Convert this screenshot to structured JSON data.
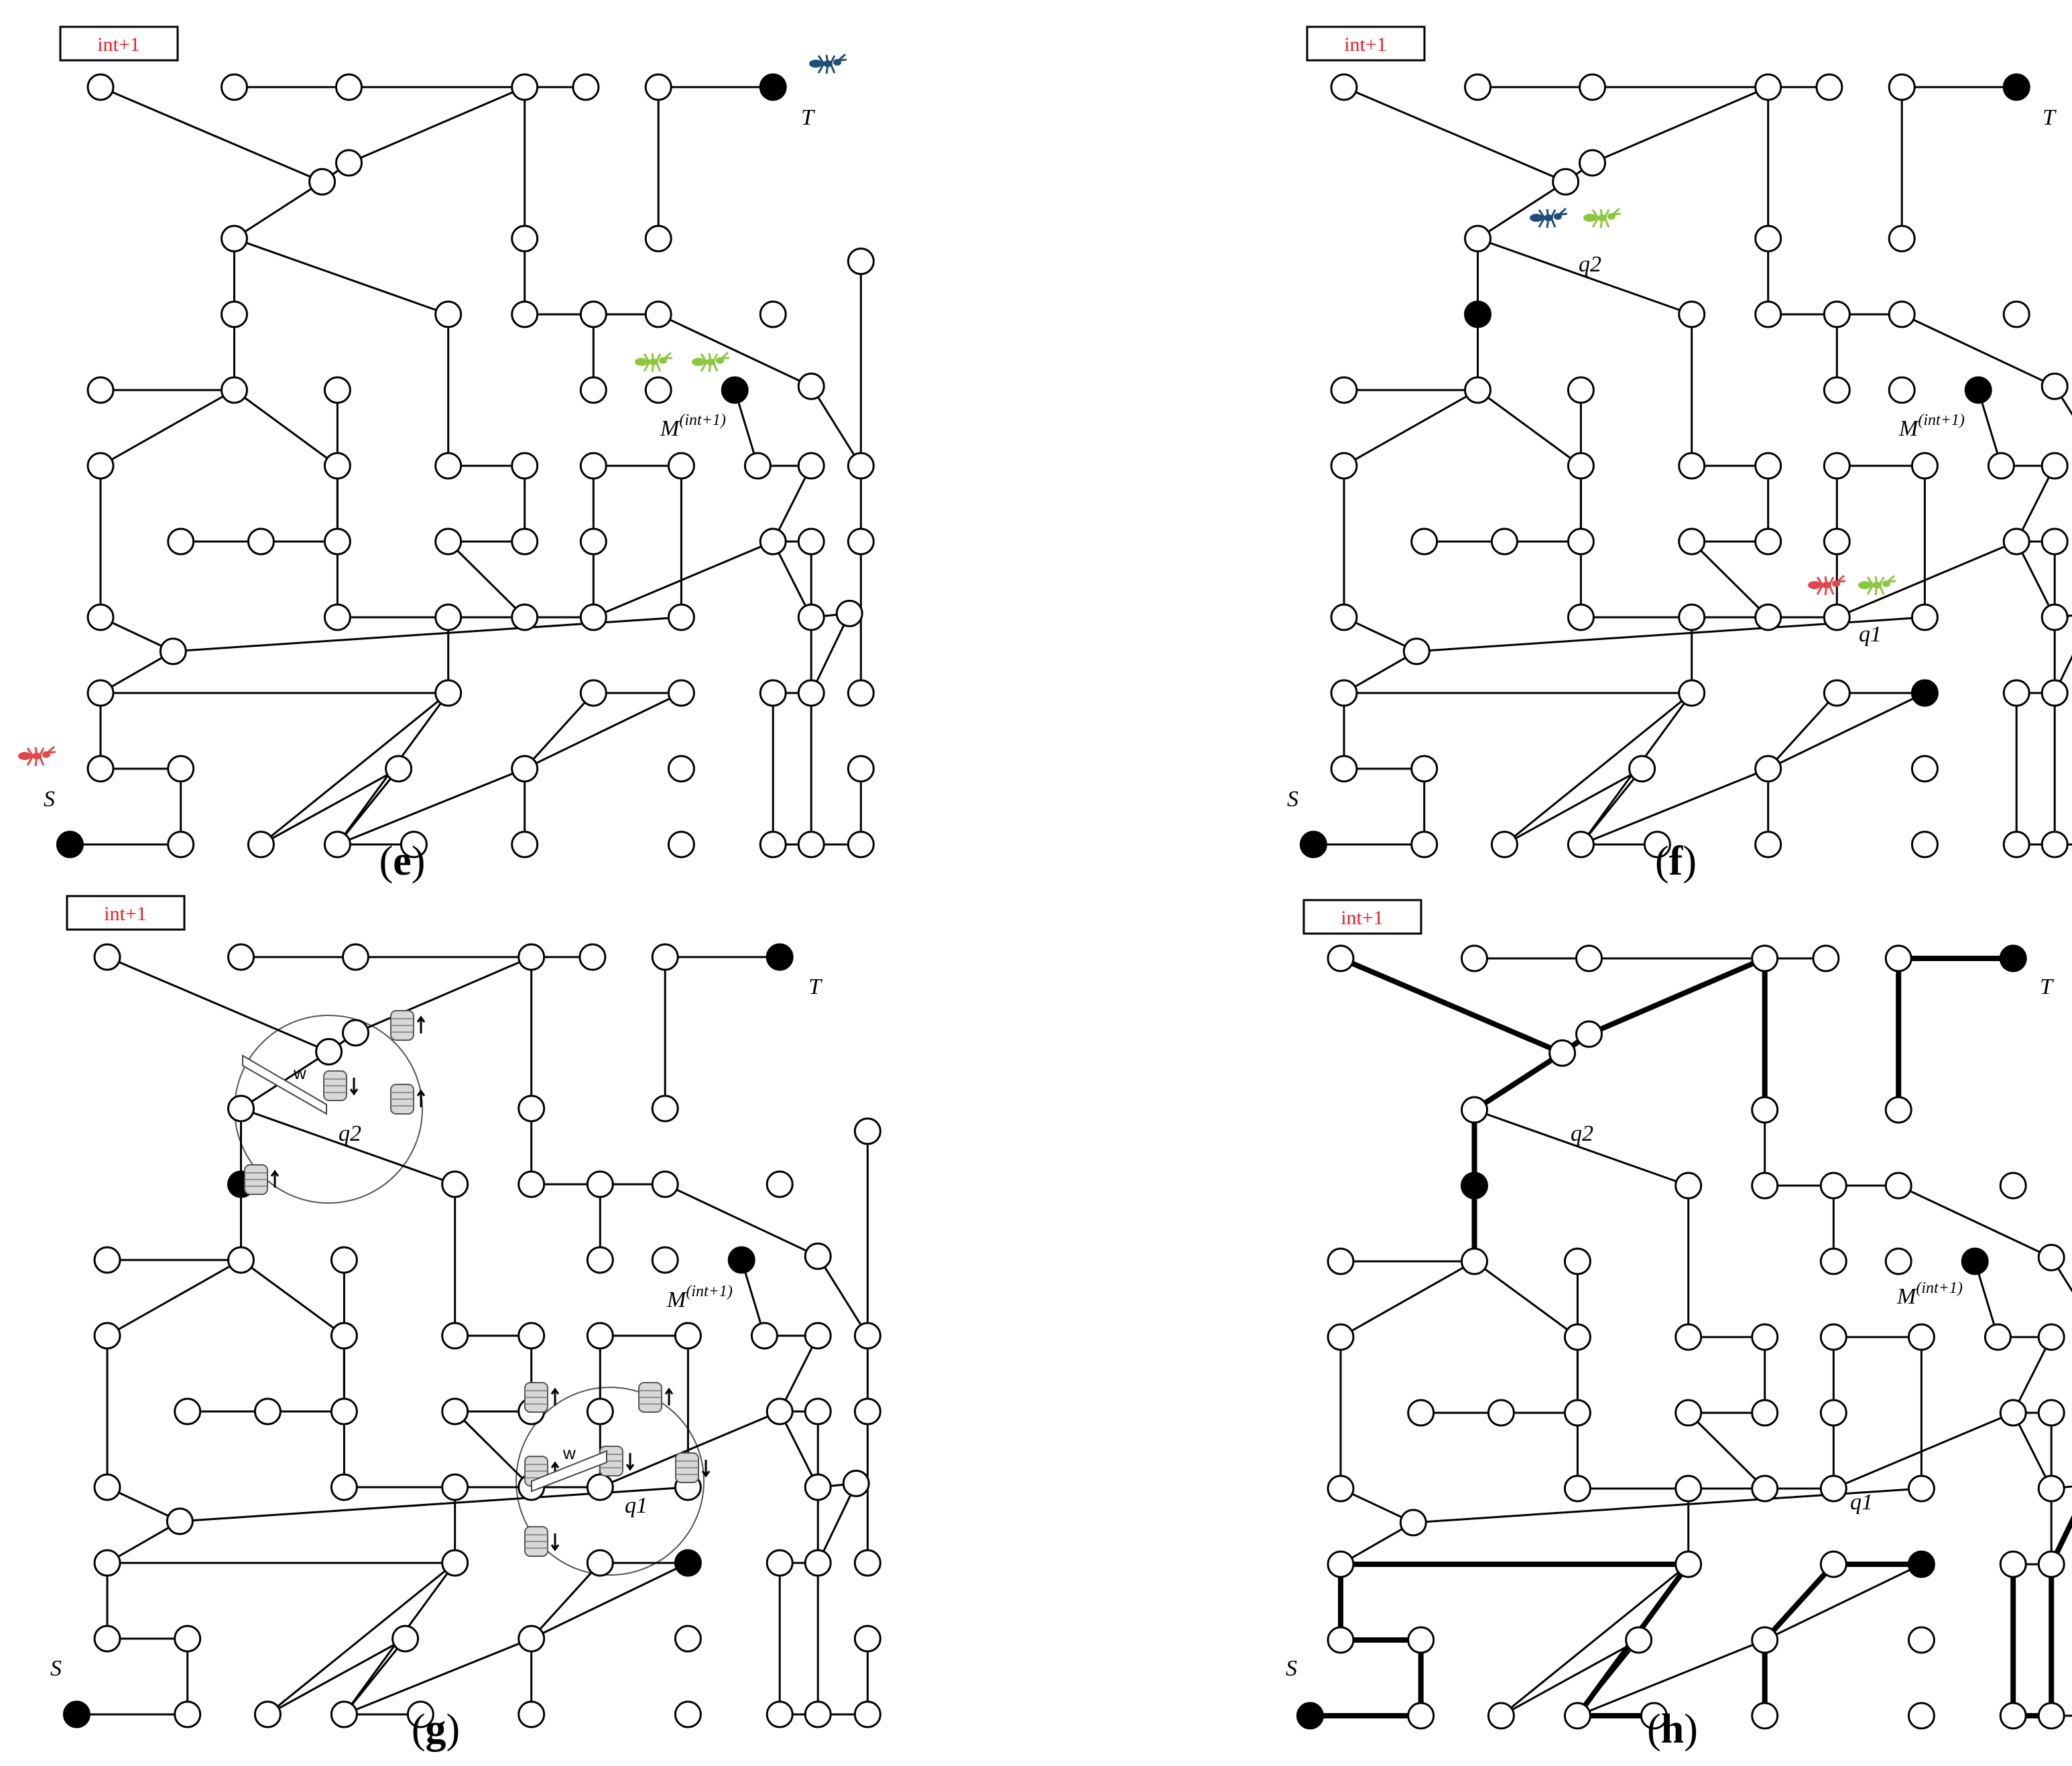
{
  "colors": {
    "int_text": "#ee1c24",
    "ant_red": "#e0474c",
    "ant_green": "#8dc63f",
    "ant_blue": "#1f4e79"
  },
  "icons": [
    "ant-icon",
    "pheromone-tank-icon"
  ],
  "panels": [
    {
      "id": "e",
      "paren_open": "(",
      "letter": "e",
      "paren_close": ")",
      "int_label": "int+1",
      "label_S": "S",
      "label_T": "T",
      "label_M": "M",
      "label_M_sup": "(int+1)"
    },
    {
      "id": "f",
      "paren_open": "(",
      "letter": "f",
      "paren_close": ")",
      "int_label": "int+1",
      "label_S": "S",
      "label_T": "T",
      "label_M": "M",
      "label_M_sup": "(int+1)",
      "label_q1": "q1",
      "label_q2": "q2"
    },
    {
      "id": "g",
      "paren_open": "(",
      "letter": "g",
      "paren_close": ")",
      "int_label": "int+1",
      "label_S": "S",
      "label_T": "T",
      "label_M": "M",
      "label_M_sup": "(int+1)",
      "label_q1": "q1",
      "label_q2": "q2",
      "label_w1": "w",
      "label_w2": "w"
    },
    {
      "id": "h",
      "paren_open": "(",
      "letter": "h",
      "paren_close": ")",
      "int_label": "int+1",
      "label_S": "S",
      "label_T": "T",
      "label_M": "M",
      "label_M_sup": "(int+1)",
      "label_q1": "q1",
      "label_q2": "q2"
    }
  ]
}
